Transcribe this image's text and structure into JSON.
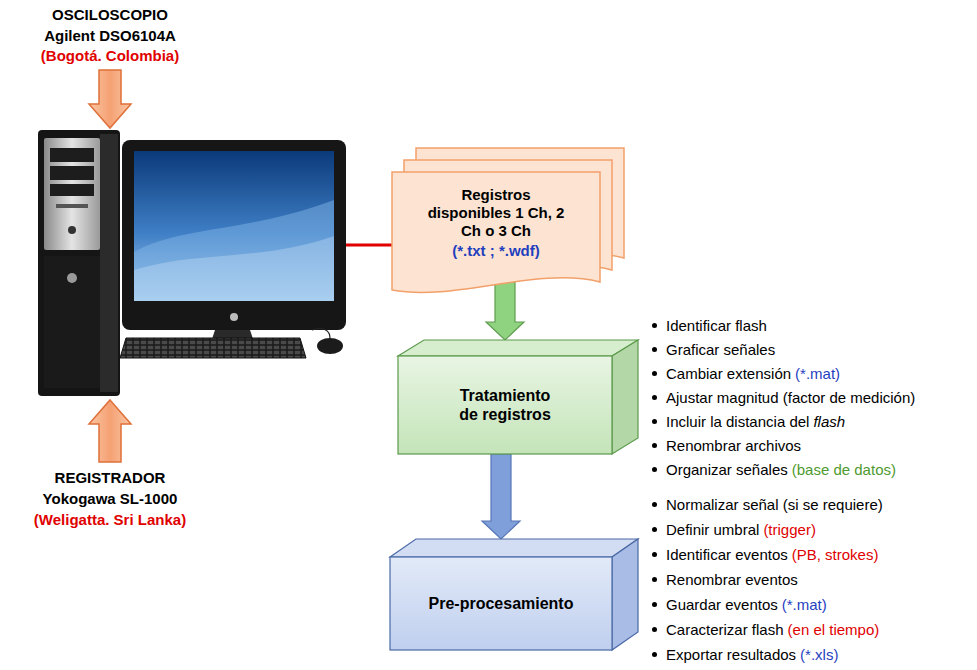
{
  "diagram": {
    "nodes": [
      {
        "text": [
          "Registros disponibles 1 Ch, 2 Ch o 3 Ch",
          "(*.txt ; *.wdf)"
        ]
      },
      {
        "text": [
          "Tratamiento de registros"
        ]
      },
      {
        "text": [
          "Pre-procesamiento"
        ]
      }
    ],
    "edges": [
      {
        "from": 0,
        "to": 1,
        "arrow": "to"
      },
      {
        "from": 1,
        "to": 2,
        "arrow": "to"
      }
    ],
    "labels": [
      "OSCILOSCOPIO",
      "Agilent DSO6104A",
      "(Bogotá. Colombia)",
      "REGISTRADOR",
      "Yokogawa SL-1000",
      "(Weligatta. Sri Lanka)",
      "Identificar flash",
      "Graficar señales",
      "Cambiar extensión",
      "(*.mat)",
      "Ajustar magnitud (factor de medición)",
      "Incluir la distancia del",
      "flash",
      "Renombrar archivos",
      "Organizar señales",
      "(base de datos)",
      "Normalizar señal (si se requiere)",
      "Definir umbral",
      "(trigger)",
      "Identificar eventos",
      "(PB, strokes)",
      "Renombrar eventos",
      "Guardar eventos",
      "(*.mat)",
      "Caracterizar flash",
      "(en el tiempo)",
      "Exportar resultados",
      "(*.xls)"
    ]
  }
}
